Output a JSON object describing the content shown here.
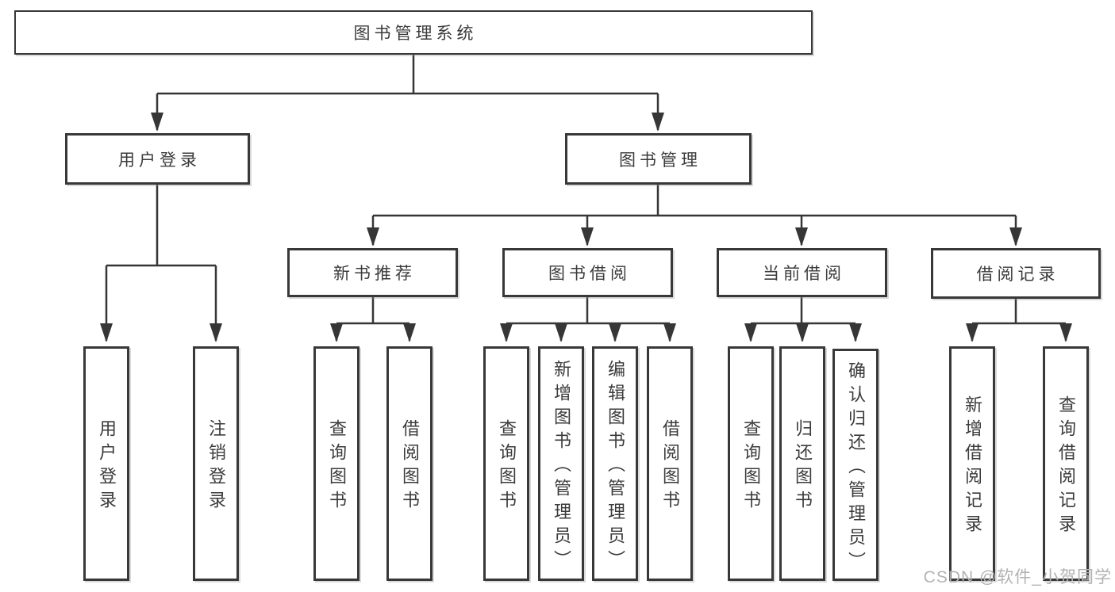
{
  "diagram": {
    "type": "hierarchy-tree",
    "root": {
      "label": "图书管理系统",
      "children": [
        {
          "label": "用户登录",
          "children": [
            {
              "label": "用户登录"
            },
            {
              "label": "注销登录"
            }
          ]
        },
        {
          "label": "图书管理",
          "children": [
            {
              "label": "新书推荐",
              "children": [
                {
                  "label": "查询图书"
                },
                {
                  "label": "借阅图书"
                }
              ]
            },
            {
              "label": "图书借阅",
              "children": [
                {
                  "label": "查询图书"
                },
                {
                  "label": "新增图书（管理员）"
                },
                {
                  "label": "编辑图书（管理员）"
                },
                {
                  "label": "借阅图书"
                }
              ]
            },
            {
              "label": "当前借阅",
              "children": [
                {
                  "label": "查询图书"
                },
                {
                  "label": "归还图书"
                },
                {
                  "label": "确认归还（管理员）"
                }
              ]
            },
            {
              "label": "借阅记录",
              "children": [
                {
                  "label": "新增借阅记录"
                },
                {
                  "label": "查询借阅记录"
                }
              ]
            }
          ]
        }
      ]
    }
  },
  "watermark": {
    "text": "CSDN @软件_小贺同学",
    "color": "#b6b1b1"
  },
  "colors": {
    "background": "#ffffff",
    "line": "#363636",
    "box_border": "#383838",
    "text": "#3b3b3b"
  }
}
